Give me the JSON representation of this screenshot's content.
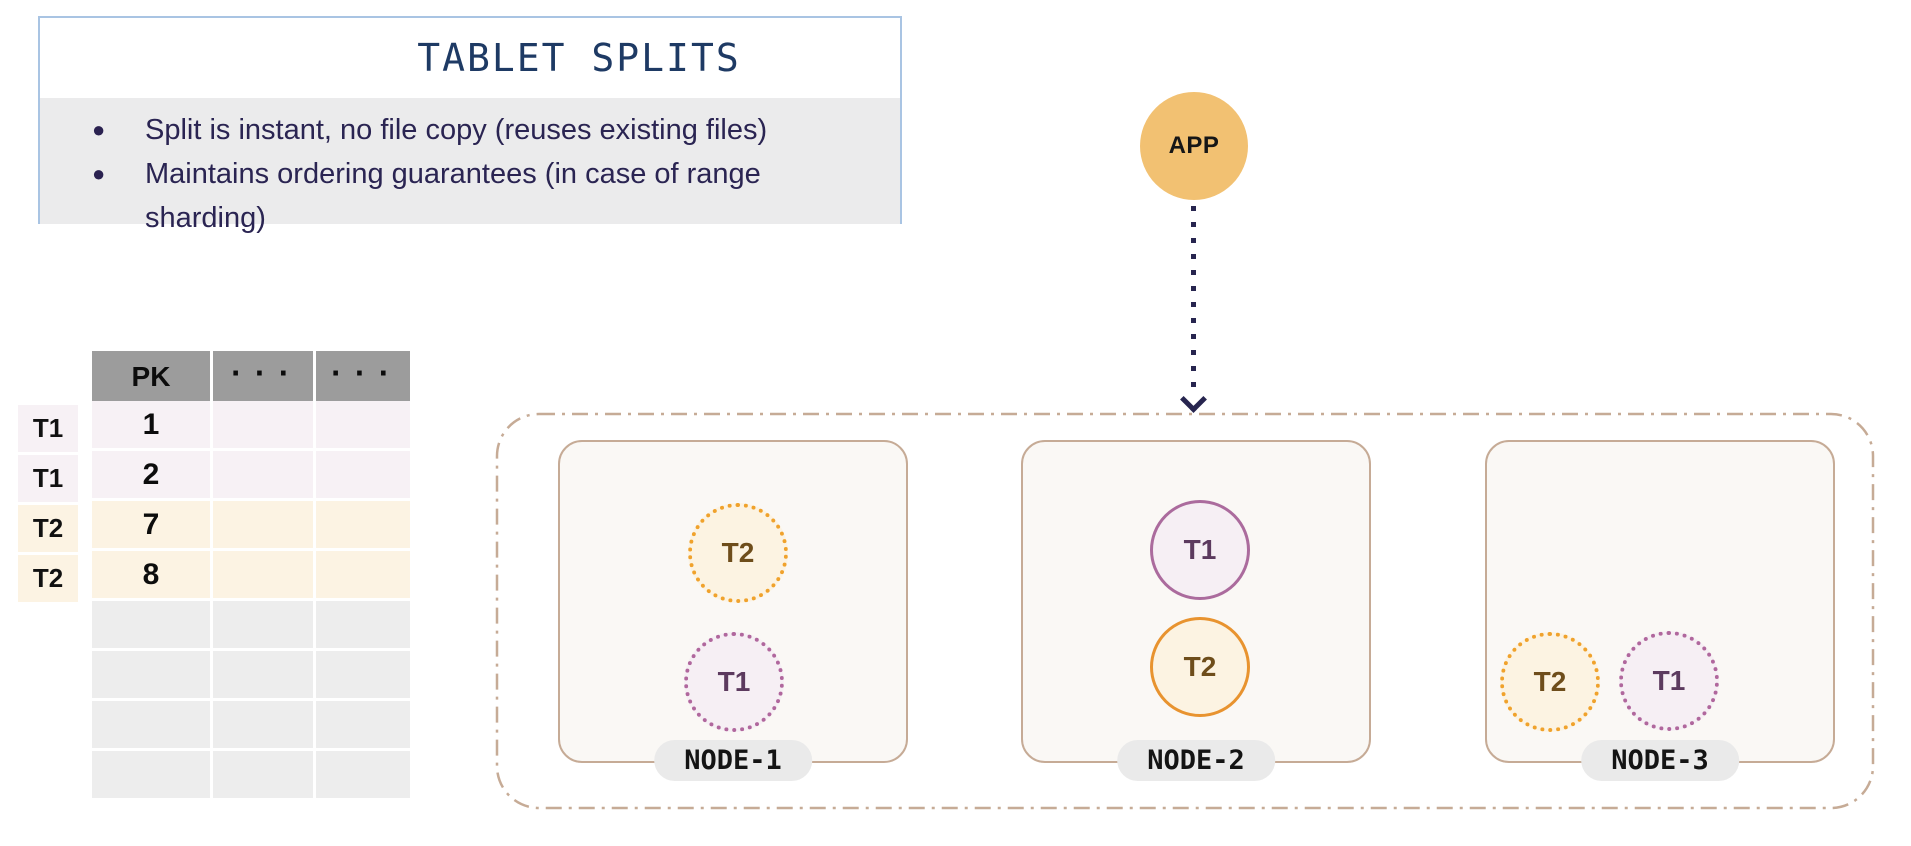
{
  "info_box": {
    "title": "TABLET SPLITS",
    "bullets": [
      "Split is instant, no file copy (reuses existing files)",
      "Maintains ordering guarantees (in case of range sharding)"
    ]
  },
  "app": {
    "label": "APP"
  },
  "table": {
    "row_labels": [
      "T1",
      "T1",
      "T2",
      "T2"
    ],
    "headers": [
      "PK",
      "...",
      "..."
    ],
    "rows": [
      [
        "1",
        "",
        ""
      ],
      [
        "2",
        "",
        ""
      ],
      [
        "7",
        "",
        ""
      ],
      [
        "8",
        "",
        ""
      ],
      [
        "",
        "",
        ""
      ],
      [
        "",
        "",
        ""
      ],
      [
        "",
        "",
        ""
      ],
      [
        "",
        "",
        ""
      ]
    ]
  },
  "cluster": {
    "nodes": [
      {
        "label": "NODE-1",
        "tablets": [
          {
            "name": "T2",
            "style": "dotted"
          },
          {
            "name": "T1",
            "style": "dotted"
          }
        ]
      },
      {
        "label": "NODE-2",
        "tablets": [
          {
            "name": "T1",
            "style": "solid"
          },
          {
            "name": "T2",
            "style": "solid"
          }
        ]
      },
      {
        "label": "NODE-3",
        "tablets": [
          {
            "name": "T2",
            "style": "dotted"
          },
          {
            "name": "T1",
            "style": "dotted"
          }
        ]
      }
    ]
  },
  "colors": {
    "title_navy": "#1e3a64",
    "bullet_text": "#2a2452",
    "info_border_blue": "#a9c4e3",
    "info_body_gray": "#ebebec",
    "app_orange": "#f2c172",
    "arrow_navy": "#27254f",
    "cluster_border_tan": "#c6ab96",
    "node_fill": "#faf8f5",
    "pill_gray": "#eaeaea",
    "t1_fill": "#f6eff4",
    "t1_border": "#ab6b9d",
    "t1_text": "#5c3a5e",
    "t2_fill": "#fcf3e2",
    "t2_border": "#e8932f",
    "t2_dot_border": "#f0a22c",
    "t2_text": "#6e4d1b",
    "table_header_gray": "#9c9c9c",
    "row_pink": "#f7f1f5",
    "row_cream": "#fcf3e3",
    "row_empty_gray": "#ededed"
  }
}
